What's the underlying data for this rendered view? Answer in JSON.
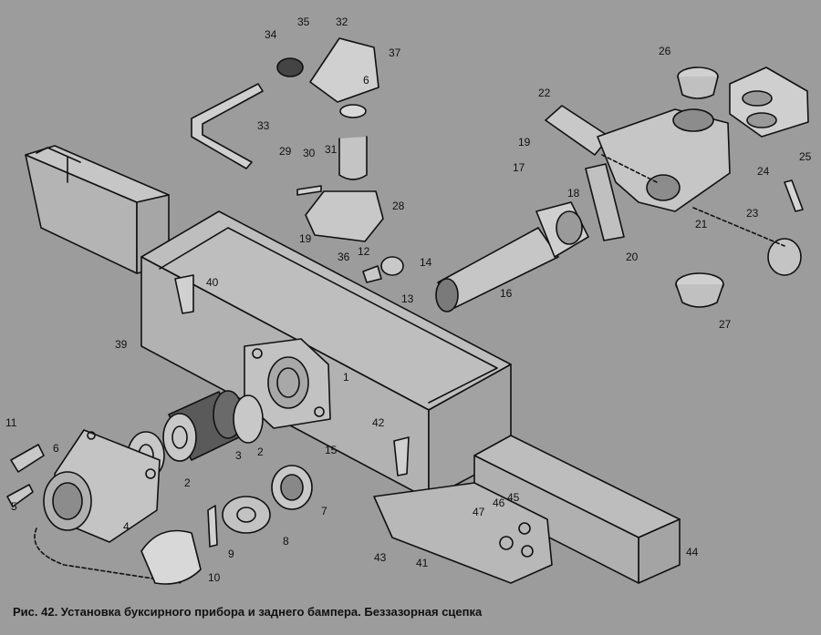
{
  "figure": {
    "caption": "Рис. 42. Установка буксирного прибора и заднего бампера. Беззазорная сцепка",
    "background_color": "#9c9c9c",
    "line_color": "#111111",
    "fill_light": "#b9b9b9",
    "callouts": [
      "1",
      "2",
      "2",
      "3",
      "4",
      "5",
      "6",
      "6",
      "7",
      "8",
      "9",
      "10",
      "11",
      "12",
      "13",
      "14",
      "15",
      "16",
      "17",
      "18",
      "19",
      "19",
      "20",
      "21",
      "22",
      "23",
      "24",
      "25",
      "26",
      "27",
      "28",
      "29",
      "30",
      "31",
      "32",
      "33",
      "34",
      "35",
      "36",
      "37",
      "40",
      "39",
      "41",
      "42",
      "43",
      "44",
      "45",
      "46",
      "47"
    ]
  }
}
